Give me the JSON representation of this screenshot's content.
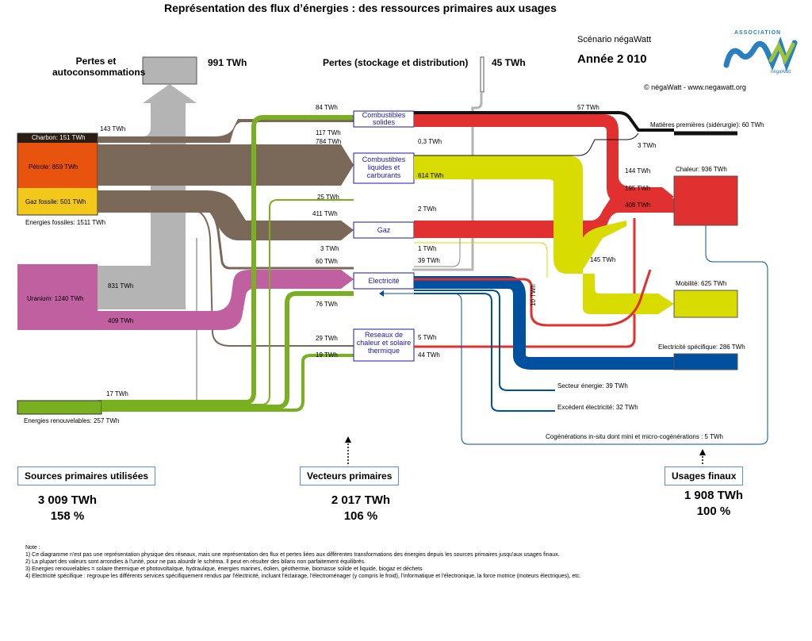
{
  "title": "Représentation des flux d’énergies : des ressources primaires aux usages",
  "scenario": "Scénario négaWatt",
  "annee": "Année 2 010",
  "copyright": "© négaWatt - www.negawatt.org",
  "logo": {
    "top": "ASSOCIATION",
    "bottom": "négaWatt",
    "mark": "nW"
  },
  "pertes_auto": {
    "label": "Pertes et\nautoconsommations",
    "value": "991 TWh"
  },
  "pertes_stockage": {
    "label": "Pertes (stockage et distribution)",
    "value": "45 TWh"
  },
  "sources": {
    "charbon": "Charbon: 151 TWh",
    "petrole": "Pétrole: 859 TWh",
    "gaz": "Gaz fossile: 501 TWh",
    "fossiles": "Energies fossiles: 1511 TWh",
    "uranium": "Uranium: 1240 TWh",
    "renouv": "Energies renouvelables: 257 TWh"
  },
  "vecteurs": {
    "solides": "Combustibles solides",
    "liquides": "Combustibles liquides et carburants",
    "gaz": "Gaz",
    "electricite": "Electricité",
    "reseaux": "Reseaux de chaleur et solaire thermique"
  },
  "usages": {
    "matieres": "Matières premières (sidérurgie): 60 TWh",
    "chaleur": "Chaleur: 936 TWh",
    "mobilite": "Mobilité: 625 TWh",
    "elec_spec": "Electricité spécifique: 286 TWh",
    "secteur": "Secteur énergie: 39 TWh",
    "excedent": "Excédent électricité: 32 TWh",
    "cogen": "Cogénérations in-situ dont mini et micro-cogénérations : 5 TWh"
  },
  "flow_labels": {
    "f143": "143 TWh",
    "f84": "84 TWh",
    "f117": "117 TWh",
    "f784": "784 TWh",
    "f25": "25 TWh",
    "f411": "411 TWh",
    "f3": "3 TWh",
    "f60": "60 TWh",
    "f831": "831 TWh",
    "f409": "409 TWh",
    "f76": "76 TWh",
    "f29": "29 TWh",
    "f19": "19 TWh",
    "f17": "17 TWh",
    "f57": "57 TWh",
    "f03": "0,3 TWh",
    "f614": "614 TWh",
    "f2": "2 TWh",
    "f1": "1 TWh",
    "f39": "39 TWh",
    "f5": "5 TWh",
    "f44": "44 TWh",
    "f144": "144 TWh",
    "f195": "195 TWh",
    "f408": "408 TWh",
    "f145": "145 TWh",
    "f3b": "3 TWh",
    "f10": "10 TWh"
  },
  "summary": {
    "sources_title": "Sources primaires utilisées",
    "sources_twh": "3 009 TWh",
    "sources_pct": "158 %",
    "vecteurs_title": "Vecteurs primaires",
    "vecteurs_twh": "2 017 TWh",
    "vecteurs_pct": "106 %",
    "usages_title": "Usages finaux",
    "usages_twh": "1 908 TWh",
    "usages_pct": "100 %"
  },
  "notes": [
    "Note :",
    "1) Ce diagramme n'est pas une représentation physique des réseaux, mais une représentation des flux et pertes liées aux différentes transformations des énergies depuis les sources primaires jusqu'aux usages finaux.",
    "2) La plupart des valeurs sont arrondies à l'unité, pour ne pas alourdir le schéma. Il peut en résulter des bilans non parfaitement équilibrés.",
    "3) Energies renouvelables = solaire thermique et photovoltaïque, hydraulique, énergies marines, éolien, géothermie, biomasse solide et liquide, biogaz et déchets",
    "4) Electricité spécifique : regroupe les différents services spécifiquement rendus par l'électricité, incluant l'éclairage, l'électroménager (y compris le froid), l'informatique et l'électronique, la force motrice (moteurs électriques), etc."
  ],
  "colors": {
    "fossil": "#7a6858",
    "charbon": "#2b1d12",
    "petrole": "#e8530d",
    "gazfossile": "#f2c81a",
    "uranium": "#c060a0",
    "renouv": "#78b020",
    "loss": "#b4b4b4",
    "heat": "#e03030",
    "liquid": "#d8dc00",
    "elec": "#0050a0",
    "solid": "#111111"
  }
}
